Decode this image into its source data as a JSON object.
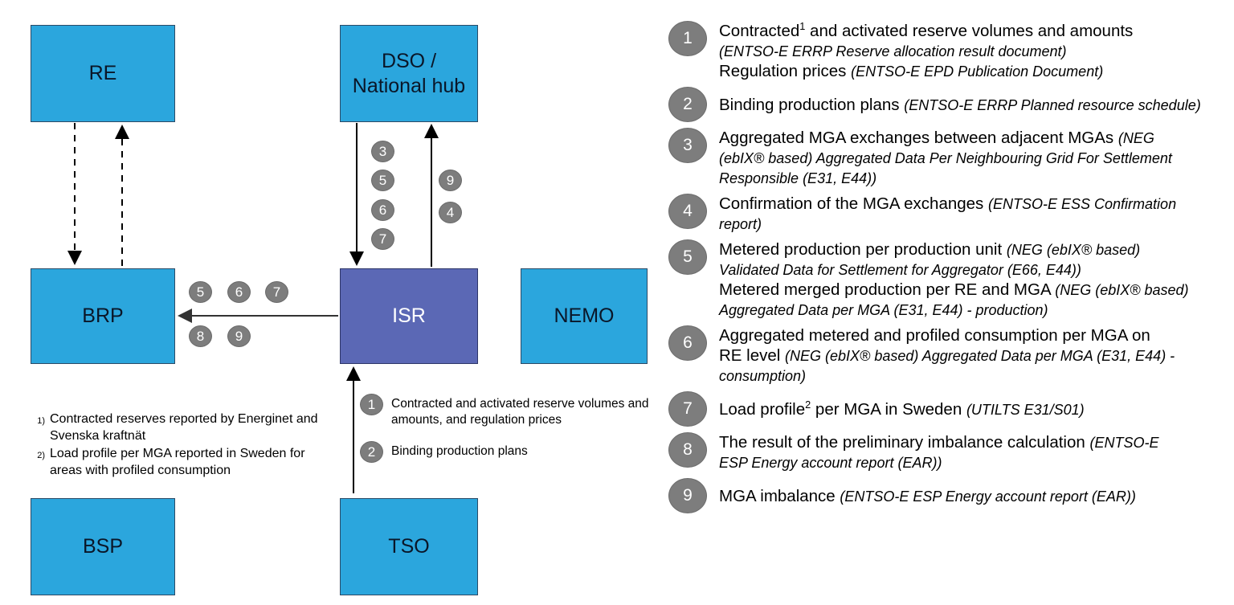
{
  "diagram": {
    "nodes": [
      {
        "id": "re",
        "label": "RE"
      },
      {
        "id": "dso",
        "label": "DSO /\nNational hub"
      },
      {
        "id": "brp",
        "label": "BRP"
      },
      {
        "id": "isr",
        "label": "ISR"
      },
      {
        "id": "nemo",
        "label": "NEMO"
      },
      {
        "id": "bsp",
        "label": "BSP"
      },
      {
        "id": "tso",
        "label": "TSO"
      }
    ],
    "node_labels": {
      "re": "RE",
      "dso_line1": "DSO /",
      "dso_line2": "National hub",
      "brp": "BRP",
      "isr": "ISR",
      "nemo": "NEMO",
      "bsp": "BSP",
      "tso": "TSO"
    },
    "flow_badges": {
      "dso_down": [
        "3",
        "5",
        "6",
        "7"
      ],
      "dso_up": [
        "9",
        "4"
      ],
      "isr_to_brp_above": [
        "5",
        "6",
        "7"
      ],
      "isr_to_brp_below": [
        "8",
        "9"
      ]
    },
    "colors": {
      "node_fill": "#2ba6dd",
      "node_border": "#2b4a66",
      "isr_fill": "#5b68b5",
      "badge_fill": "#7d7d7d",
      "badge_text": "#ffffff",
      "connector": "#000000"
    },
    "inline_legend": [
      {
        "num": "1",
        "text": "Contracted and activated reserve volumes and amounts, and regulation prices"
      },
      {
        "num": "2",
        "text": "Binding production plans"
      }
    ],
    "footnotes": [
      {
        "mark": "1)",
        "text": "Contracted reserves reported by Energinet and Svenska kraftnät"
      },
      {
        "mark": "2)",
        "text": "Load profile per MGA reported in Sweden for areas with profiled consumption"
      }
    ]
  },
  "legend": {
    "items": [
      {
        "num": "1",
        "lines": [
          {
            "main": "Contracted",
            "sup": "1",
            "main_tail": " and activated reserve volumes and amounts",
            "doc": ""
          },
          {
            "main": "",
            "doc": "(ENTSO-E ERRP Reserve allocation result document)"
          },
          {
            "main": "Regulation prices ",
            "doc": "(ENTSO-E EPD Publication Document)"
          }
        ]
      },
      {
        "num": "2",
        "lines": [
          {
            "main": "Binding production plans ",
            "doc": "(ENTSO-E ERRP Planned resource schedule)"
          }
        ]
      },
      {
        "num": "3",
        "lines": [
          {
            "main": "Aggregated MGA exchanges between adjacent MGAs ",
            "doc": "(NEG"
          },
          {
            "main": "",
            "doc": "(ebIX® based) Aggregated Data Per Neighbouring Grid For Settlement"
          },
          {
            "main": "",
            "doc": "Responsible (E31, E44))"
          }
        ]
      },
      {
        "num": "4",
        "lines": [
          {
            "main": "Confirmation of the MGA exchanges ",
            "doc": "(ENTSO-E ESS Confirmation"
          },
          {
            "main": "",
            "doc": "report)"
          }
        ]
      },
      {
        "num": "5",
        "lines": [
          {
            "main": "Metered production per production unit ",
            "doc": "(NEG (ebIX® based)"
          },
          {
            "main": "",
            "doc": "Validated Data for Settlement for Aggregator (E66, E44))"
          },
          {
            "main": "Metered merged production per RE and MGA ",
            "doc": "(NEG (ebIX® based)"
          },
          {
            "main": "",
            "doc": "Aggregated Data per MGA (E31, E44) - production)"
          }
        ]
      },
      {
        "num": "6",
        "lines": [
          {
            "main": "Aggregated metered and profiled consumption per MGA on",
            "doc": ""
          },
          {
            "main": "RE level ",
            "doc": "(NEG (ebIX® based) Aggregated Data per MGA (E31, E44) -"
          },
          {
            "main": "",
            "doc": "consumption)"
          }
        ]
      },
      {
        "num": "7",
        "lines": [
          {
            "main": "Load profile",
            "sup": "2",
            "main_tail": " per MGA in Sweden ",
            "doc": "(UTILTS E31/S01)"
          }
        ]
      },
      {
        "num": "8",
        "lines": [
          {
            "main": "The result of the preliminary imbalance calculation ",
            "doc": "(ENTSO-E"
          },
          {
            "main": "",
            "doc": "ESP Energy account report (EAR))"
          }
        ]
      },
      {
        "num": "9",
        "lines": [
          {
            "main": "MGA imbalance ",
            "doc": "(ENTSO-E ESP Energy account report (EAR))"
          }
        ]
      }
    ]
  }
}
